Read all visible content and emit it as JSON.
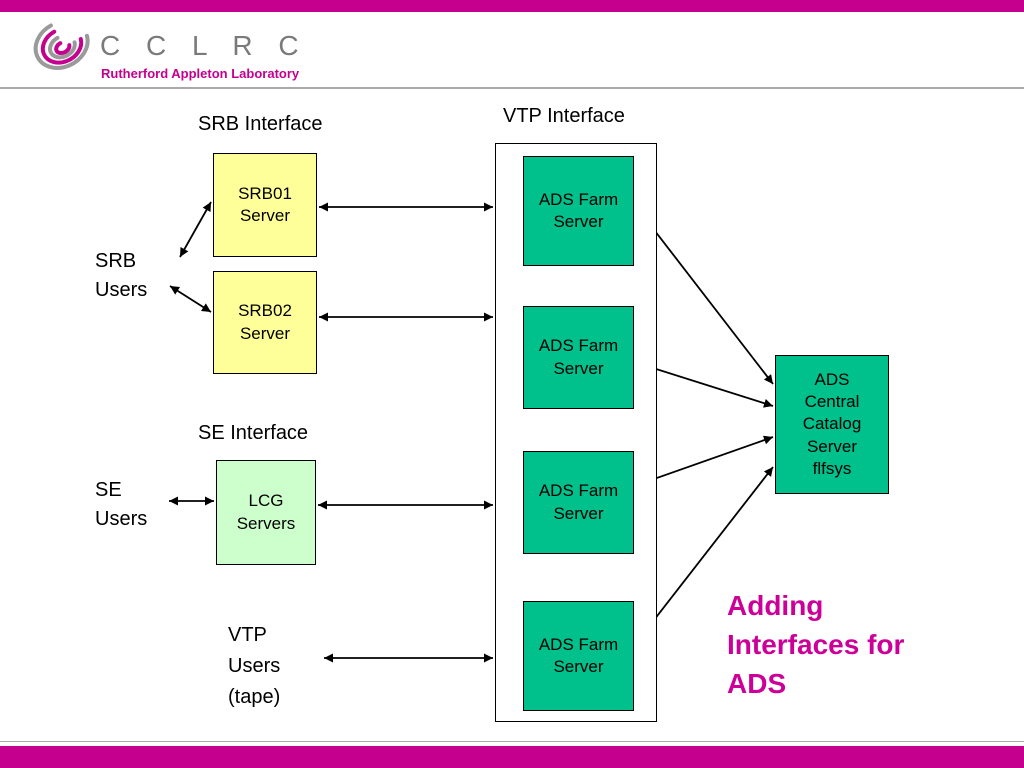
{
  "header": {
    "logo_text": "C C L R C",
    "logo_subtitle": "Rutherford Appleton Laboratory"
  },
  "diagram": {
    "interface_labels": {
      "srb": "SRB Interface",
      "vtp": "VTP Interface",
      "se": "SE Interface"
    },
    "user_labels": {
      "srb": "SRB\nUsers",
      "se": "SE\nUsers",
      "vtp": "VTP\nUsers\n(tape)"
    },
    "boxes": {
      "srb01": "SRB01\nServer",
      "srb02": "SRB02\nServer",
      "lcg": "LCG\nServers",
      "farm_servers": [
        "ADS Farm\nServer",
        "ADS Farm\nServer",
        "ADS Farm\nServer",
        "ADS Farm\nServer"
      ],
      "catalog": "ADS\nCentral\nCatalog\nServer\nflfsys"
    }
  },
  "title": "Adding\nInterfaces for\nADS",
  "colors": {
    "accent_magenta": "#C5008E",
    "title_magenta": "#CC0099",
    "box_yellow": "#FFFF99",
    "box_light_green": "#CCFFCC",
    "box_teal": "#00C08B",
    "logo_gray": "#7A7A7A"
  }
}
